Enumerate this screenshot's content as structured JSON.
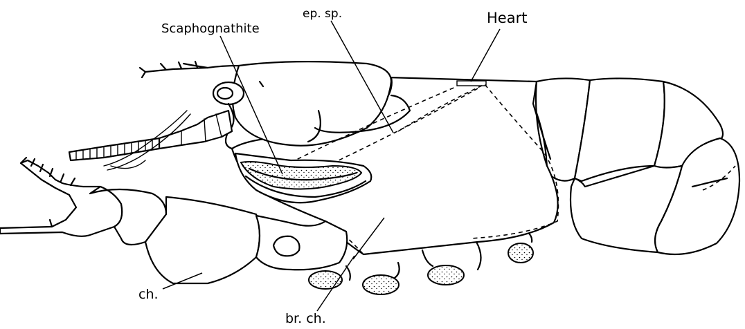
{
  "labels": {
    "scaphognathite": "Scaphognathite",
    "ep_sp": "ep. sp.",
    "heart": "Heart",
    "ch": "ch.",
    "br_ch": "br. ch."
  }
}
